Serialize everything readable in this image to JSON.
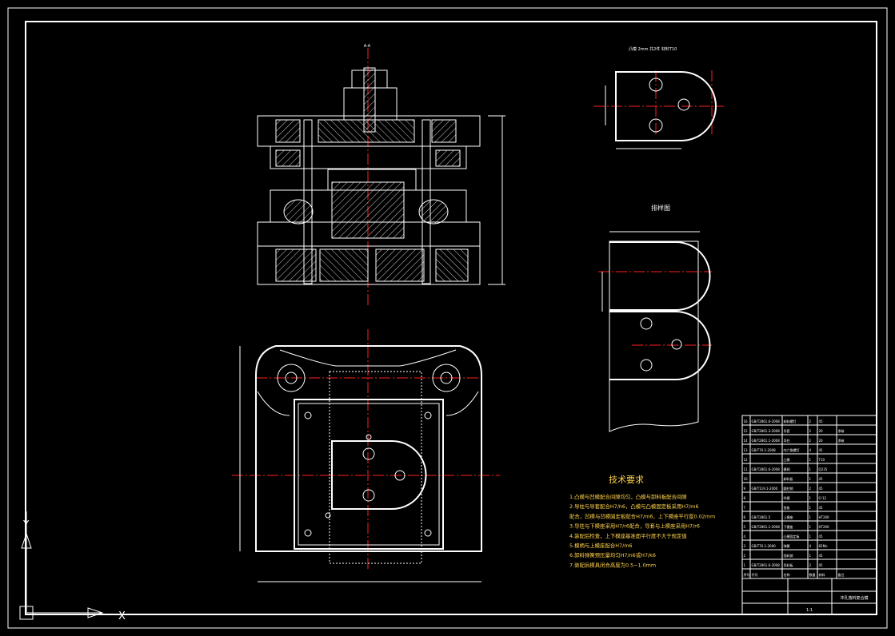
{
  "drawing": {
    "section_label": "A-A",
    "punch_view_title": "凸模 2mm 共2件 材料T10",
    "strip_layout_title": "排样图",
    "tech_req_title": "技术要求",
    "tech_requirements": [
      "1.凸模与凹模配合间隙均匀，凸模与卸料板配合间隙",
      "2.导柱与导套配合H7/h6，凸模与凸模固定板采用H7/m6",
      "  配合，凹模与凹模固定板配合H7/m6，上下模座平行度0.02mm",
      "3.导柱与下模座采用H7/r6配合，导套与上模座采用H7/r6",
      "4.装配后检查，上下模座基准面平行度不大于规定值",
      "5.模柄与上模座配合H7/m6",
      "6.卸料弹簧预压量均匀H7/n6或H7/k6",
      "7.装配后模具闭合高度为0.5~1.0mm"
    ],
    "bom_header": [
      "序号",
      "代号",
      "名称",
      "数量",
      "材料",
      "备注"
    ],
    "bom_rows": [
      [
        "16",
        "GB/T2861.6-2008",
        "卸料螺钉",
        "2",
        "45",
        ""
      ],
      [
        "15",
        "GB/T2861.3-2008",
        "导套",
        "2",
        "20",
        "渗碳"
      ],
      [
        "14",
        "GB/T2861.1-2008",
        "导柱",
        "2",
        "20",
        "渗碳"
      ],
      [
        "13",
        "GB/T70.1-2008",
        "内六角螺钉",
        "4",
        "45",
        ""
      ],
      [
        "12",
        "",
        "凸模",
        "1",
        "T10",
        ""
      ],
      [
        "11",
        "GB/T2861.6-2008",
        "模柄",
        "1",
        "Q235",
        ""
      ],
      [
        "10",
        "",
        "卸料板",
        "1",
        "45",
        ""
      ],
      [
        "9",
        "GB/T119.1-2000",
        "圆柱销",
        "2",
        "45",
        ""
      ],
      [
        "8",
        "",
        "凹模",
        "1",
        "Cr12",
        ""
      ],
      [
        "7",
        "",
        "垫板",
        "1",
        "45",
        ""
      ],
      [
        "6",
        "GB/T2861.5",
        "上模座",
        "1",
        "HT200",
        ""
      ],
      [
        "5",
        "GB/T2861.1-2008",
        "下模座",
        "1",
        "HT200",
        ""
      ],
      [
        "4",
        "",
        "凸模固定板",
        "1",
        "45",
        ""
      ],
      [
        "3",
        "GB/T70.1-2000",
        "弹簧",
        "4",
        "65Mn",
        ""
      ],
      [
        "2",
        "",
        "挡料销",
        "1",
        "45",
        ""
      ],
      [
        "1",
        "GB/T2861.6-2008",
        "导料板",
        "2",
        "45",
        ""
      ]
    ],
    "title_block": {
      "company": "",
      "drawing_name": "冲孔落料复合模",
      "scale": "1:1"
    },
    "ucs_x": "X",
    "ucs_y": "Y"
  },
  "colors": {
    "background": "#000000",
    "lines": "#ffffff",
    "centerlines": "#ff2020",
    "ucs": "#ffffff"
  }
}
